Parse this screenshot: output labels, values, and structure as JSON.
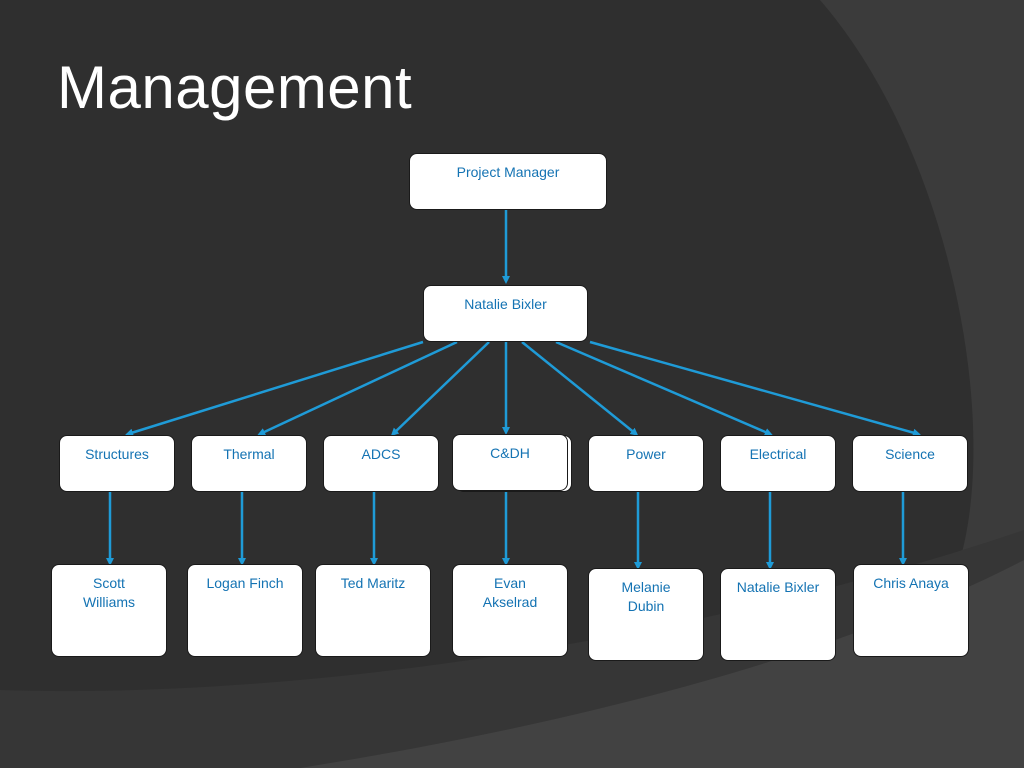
{
  "slide": {
    "title": "Management",
    "colors": {
      "background": "#2f2f2f",
      "arc": "#3e3e3e",
      "node_fill": "#ffffff",
      "node_text": "#1473b3",
      "connector": "#1f9bd7"
    }
  },
  "org": {
    "top": "Project Manager",
    "lead": "Natalie Bixler",
    "teams": [
      {
        "name": "Structures",
        "member": "Scott Williams"
      },
      {
        "name": "Thermal",
        "member": "Logan Finch"
      },
      {
        "name": "ADCS",
        "member": "Ted Maritz"
      },
      {
        "name": "C&DH",
        "member": "Evan Akselrad"
      },
      {
        "name": "Power",
        "member": "Melanie Dubin"
      },
      {
        "name": "Electrical",
        "member": "Natalie Bixler"
      },
      {
        "name": "Science",
        "member": "Chris Anaya"
      }
    ]
  }
}
